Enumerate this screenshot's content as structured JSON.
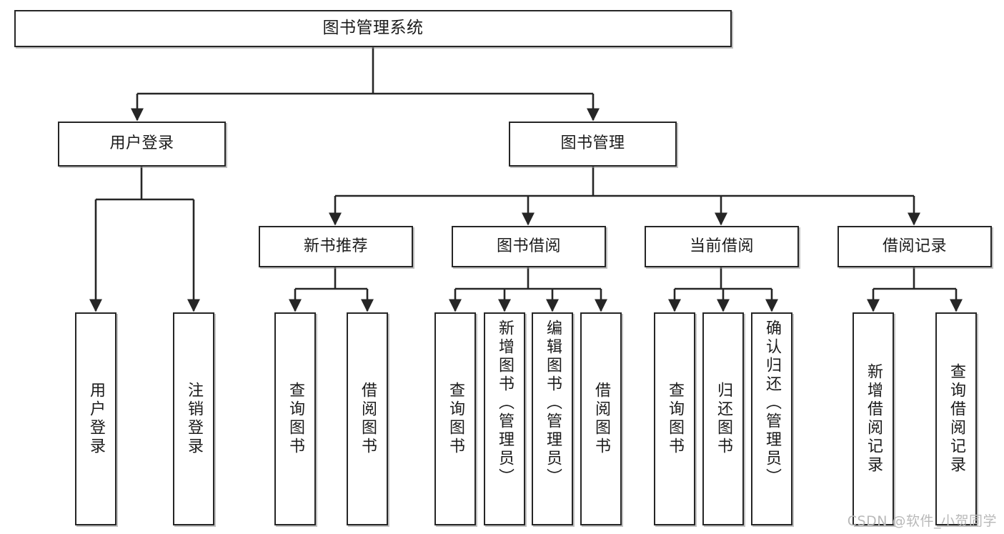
{
  "diagram": {
    "title": "图书管理系统",
    "type": "tree",
    "watermark": "CSDN @软件_小贺同学",
    "colors": {
      "box_border": "#262626",
      "box_fill": "#ffffff",
      "edge": "#262626",
      "text": "#1b1b1b",
      "watermark": "#b9b9b9",
      "background": "#ffffff"
    },
    "nodes": {
      "root": {
        "label": "图书管理系统",
        "level": 1,
        "orientation": "horizontal"
      },
      "user_login": {
        "label": "用户登录",
        "level": 2,
        "orientation": "horizontal"
      },
      "book_manage": {
        "label": "图书管理",
        "level": 2,
        "orientation": "horizontal"
      },
      "new_book_rec": {
        "label": "新书推荐",
        "level": 3,
        "orientation": "horizontal"
      },
      "book_borrow": {
        "label": "图书借阅",
        "level": 3,
        "orientation": "horizontal"
      },
      "current_borrow": {
        "label": "当前借阅",
        "level": 3,
        "orientation": "horizontal"
      },
      "borrow_record": {
        "label": "借阅记录",
        "level": 3,
        "orientation": "horizontal"
      },
      "leaf_user_login": {
        "label": "用户登录",
        "level": 4,
        "orientation": "vertical"
      },
      "leaf_logout": {
        "label": "注销登录",
        "level": 4,
        "orientation": "vertical"
      },
      "leaf_query_book_1": {
        "label": "查询图书",
        "level": 4,
        "orientation": "vertical"
      },
      "leaf_borrow_book_1": {
        "label": "借阅图书",
        "level": 4,
        "orientation": "vertical"
      },
      "leaf_query_book_2": {
        "label": "查询图书",
        "level": 4,
        "orientation": "vertical"
      },
      "leaf_add_book": {
        "label": "新增图书（管理员）",
        "level": 4,
        "orientation": "vertical"
      },
      "leaf_edit_book": {
        "label": "编辑图书（管理员）",
        "level": 4,
        "orientation": "vertical"
      },
      "leaf_borrow_book_2": {
        "label": "借阅图书",
        "level": 4,
        "orientation": "vertical"
      },
      "leaf_query_book_3": {
        "label": "查询图书",
        "level": 4,
        "orientation": "vertical"
      },
      "leaf_return_book": {
        "label": "归还图书",
        "level": 4,
        "orientation": "vertical"
      },
      "leaf_confirm_return": {
        "label": "确认归还（管理员）",
        "level": 4,
        "orientation": "vertical"
      },
      "leaf_add_record": {
        "label": "新增借阅记录",
        "level": 4,
        "orientation": "vertical"
      },
      "leaf_query_record": {
        "label": "查询借阅记录",
        "level": 4,
        "orientation": "vertical"
      }
    },
    "edges": [
      {
        "from": "root",
        "to": "user_login"
      },
      {
        "from": "root",
        "to": "book_manage"
      },
      {
        "from": "user_login",
        "to": "leaf_user_login"
      },
      {
        "from": "user_login",
        "to": "leaf_logout"
      },
      {
        "from": "book_manage",
        "to": "new_book_rec"
      },
      {
        "from": "book_manage",
        "to": "book_borrow"
      },
      {
        "from": "book_manage",
        "to": "current_borrow"
      },
      {
        "from": "book_manage",
        "to": "borrow_record"
      },
      {
        "from": "new_book_rec",
        "to": "leaf_query_book_1"
      },
      {
        "from": "new_book_rec",
        "to": "leaf_borrow_book_1"
      },
      {
        "from": "book_borrow",
        "to": "leaf_query_book_2"
      },
      {
        "from": "book_borrow",
        "to": "leaf_add_book"
      },
      {
        "from": "book_borrow",
        "to": "leaf_edit_book"
      },
      {
        "from": "book_borrow",
        "to": "leaf_borrow_book_2"
      },
      {
        "from": "current_borrow",
        "to": "leaf_query_book_3"
      },
      {
        "from": "current_borrow",
        "to": "leaf_return_book"
      },
      {
        "from": "current_borrow",
        "to": "leaf_confirm_return"
      },
      {
        "from": "borrow_record",
        "to": "leaf_add_record"
      },
      {
        "from": "borrow_record",
        "to": "leaf_query_record"
      }
    ]
  }
}
